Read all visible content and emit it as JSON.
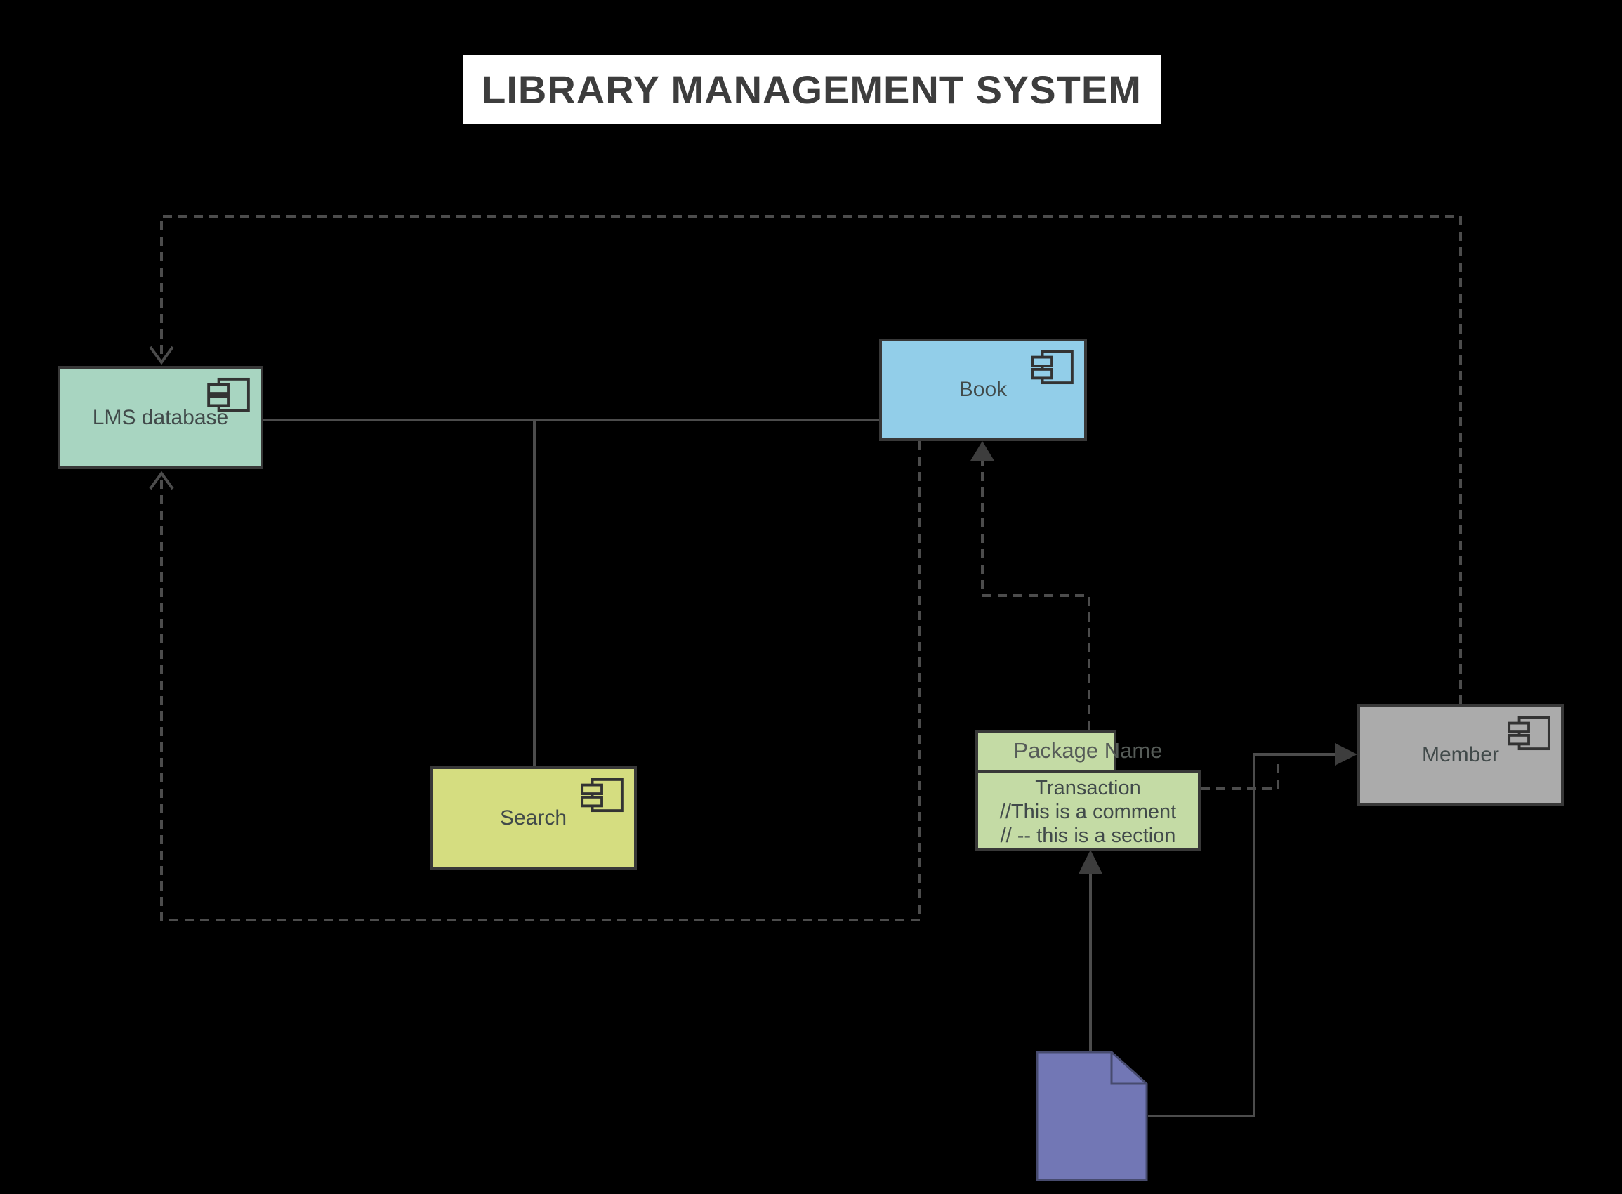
{
  "title": {
    "text": "LIBRARY MANAGEMENT SYSTEM"
  },
  "diagram": {
    "type": "uml-component-diagram",
    "background": "#000000"
  },
  "nodes": {
    "lms_database": {
      "label": "LMS database",
      "fill": "#a8d5c1",
      "icon": "component-icon"
    },
    "book": {
      "label": "Book",
      "fill": "#92cee9",
      "icon": "component-icon"
    },
    "search": {
      "label": "Search",
      "fill": "#d5dd80",
      "icon": "component-icon"
    },
    "member": {
      "label": "Member",
      "fill": "#ababab",
      "icon": "component-icon"
    },
    "package": {
      "tab_label": "Package Name",
      "body_lines": {
        "0": "Transaction",
        "1": "//This is a comment",
        "2": "// -- this is a section"
      },
      "fill": "#c4dba5"
    },
    "note": {
      "fill": "#7277b5",
      "shape": "document-folded-corner"
    }
  },
  "edges": [
    {
      "from": "member",
      "to": "lms_database",
      "style": "dashed",
      "arrow": "open-v"
    },
    {
      "from": "book",
      "to": "lms_database",
      "style": "dashed",
      "arrow": "open-v"
    },
    {
      "from": "lms_database",
      "to": "book",
      "style": "solid",
      "arrow": "none"
    },
    {
      "from": "lms_database-book-line",
      "to": "search",
      "style": "solid",
      "arrow": "none"
    },
    {
      "from": "package",
      "to": "book",
      "style": "dashed",
      "arrow": "filled-triangle"
    },
    {
      "from": "note",
      "to": "package",
      "style": "solid",
      "arrow": "filled-triangle"
    },
    {
      "from": "note",
      "to": "member",
      "style": "solid",
      "arrow": "filled-triangle"
    },
    {
      "from": "package",
      "to": "note-member-line",
      "style": "dashed",
      "arrow": "none"
    }
  ],
  "colors": {
    "canvas_bg": "#000000",
    "title_bg": "#ffffff",
    "title_text": "#3d3d3d",
    "connector": "#4c4c4c",
    "arrow_fill": "#3d3d3d",
    "node_border": "#383838",
    "label_text": "#414a4a"
  }
}
